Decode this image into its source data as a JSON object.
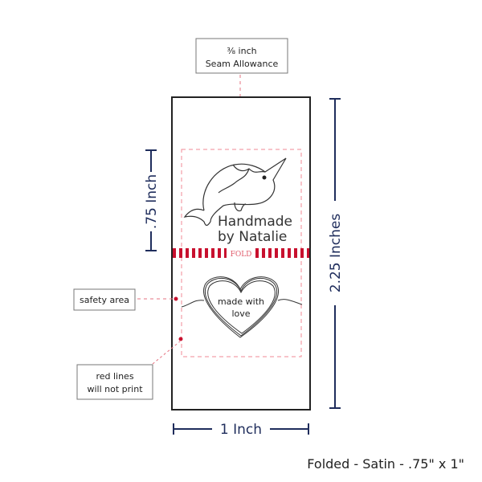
{
  "seam_note": {
    "line1": "⅜ inch",
    "line2": "Seam Allowance"
  },
  "safety_note": "safety area",
  "red_lines_note": {
    "line1": "red lines",
    "line2": "will not print"
  },
  "label": {
    "brand_line1": "Handmade",
    "brand_line2": "by Natalie",
    "fold_text": "FOLD",
    "heart_line1": "made with",
    "heart_line2": "love"
  },
  "dimensions": {
    "height": "2.25 Inches",
    "folded_height": ".75 Inch",
    "width": "1 Inch"
  },
  "caption": "Folded - Satin - .75\" x 1\"",
  "colors": {
    "dimension": "#1f2d5c",
    "guide_red": "#c8102e",
    "dashed_pink": "#f08a94"
  }
}
